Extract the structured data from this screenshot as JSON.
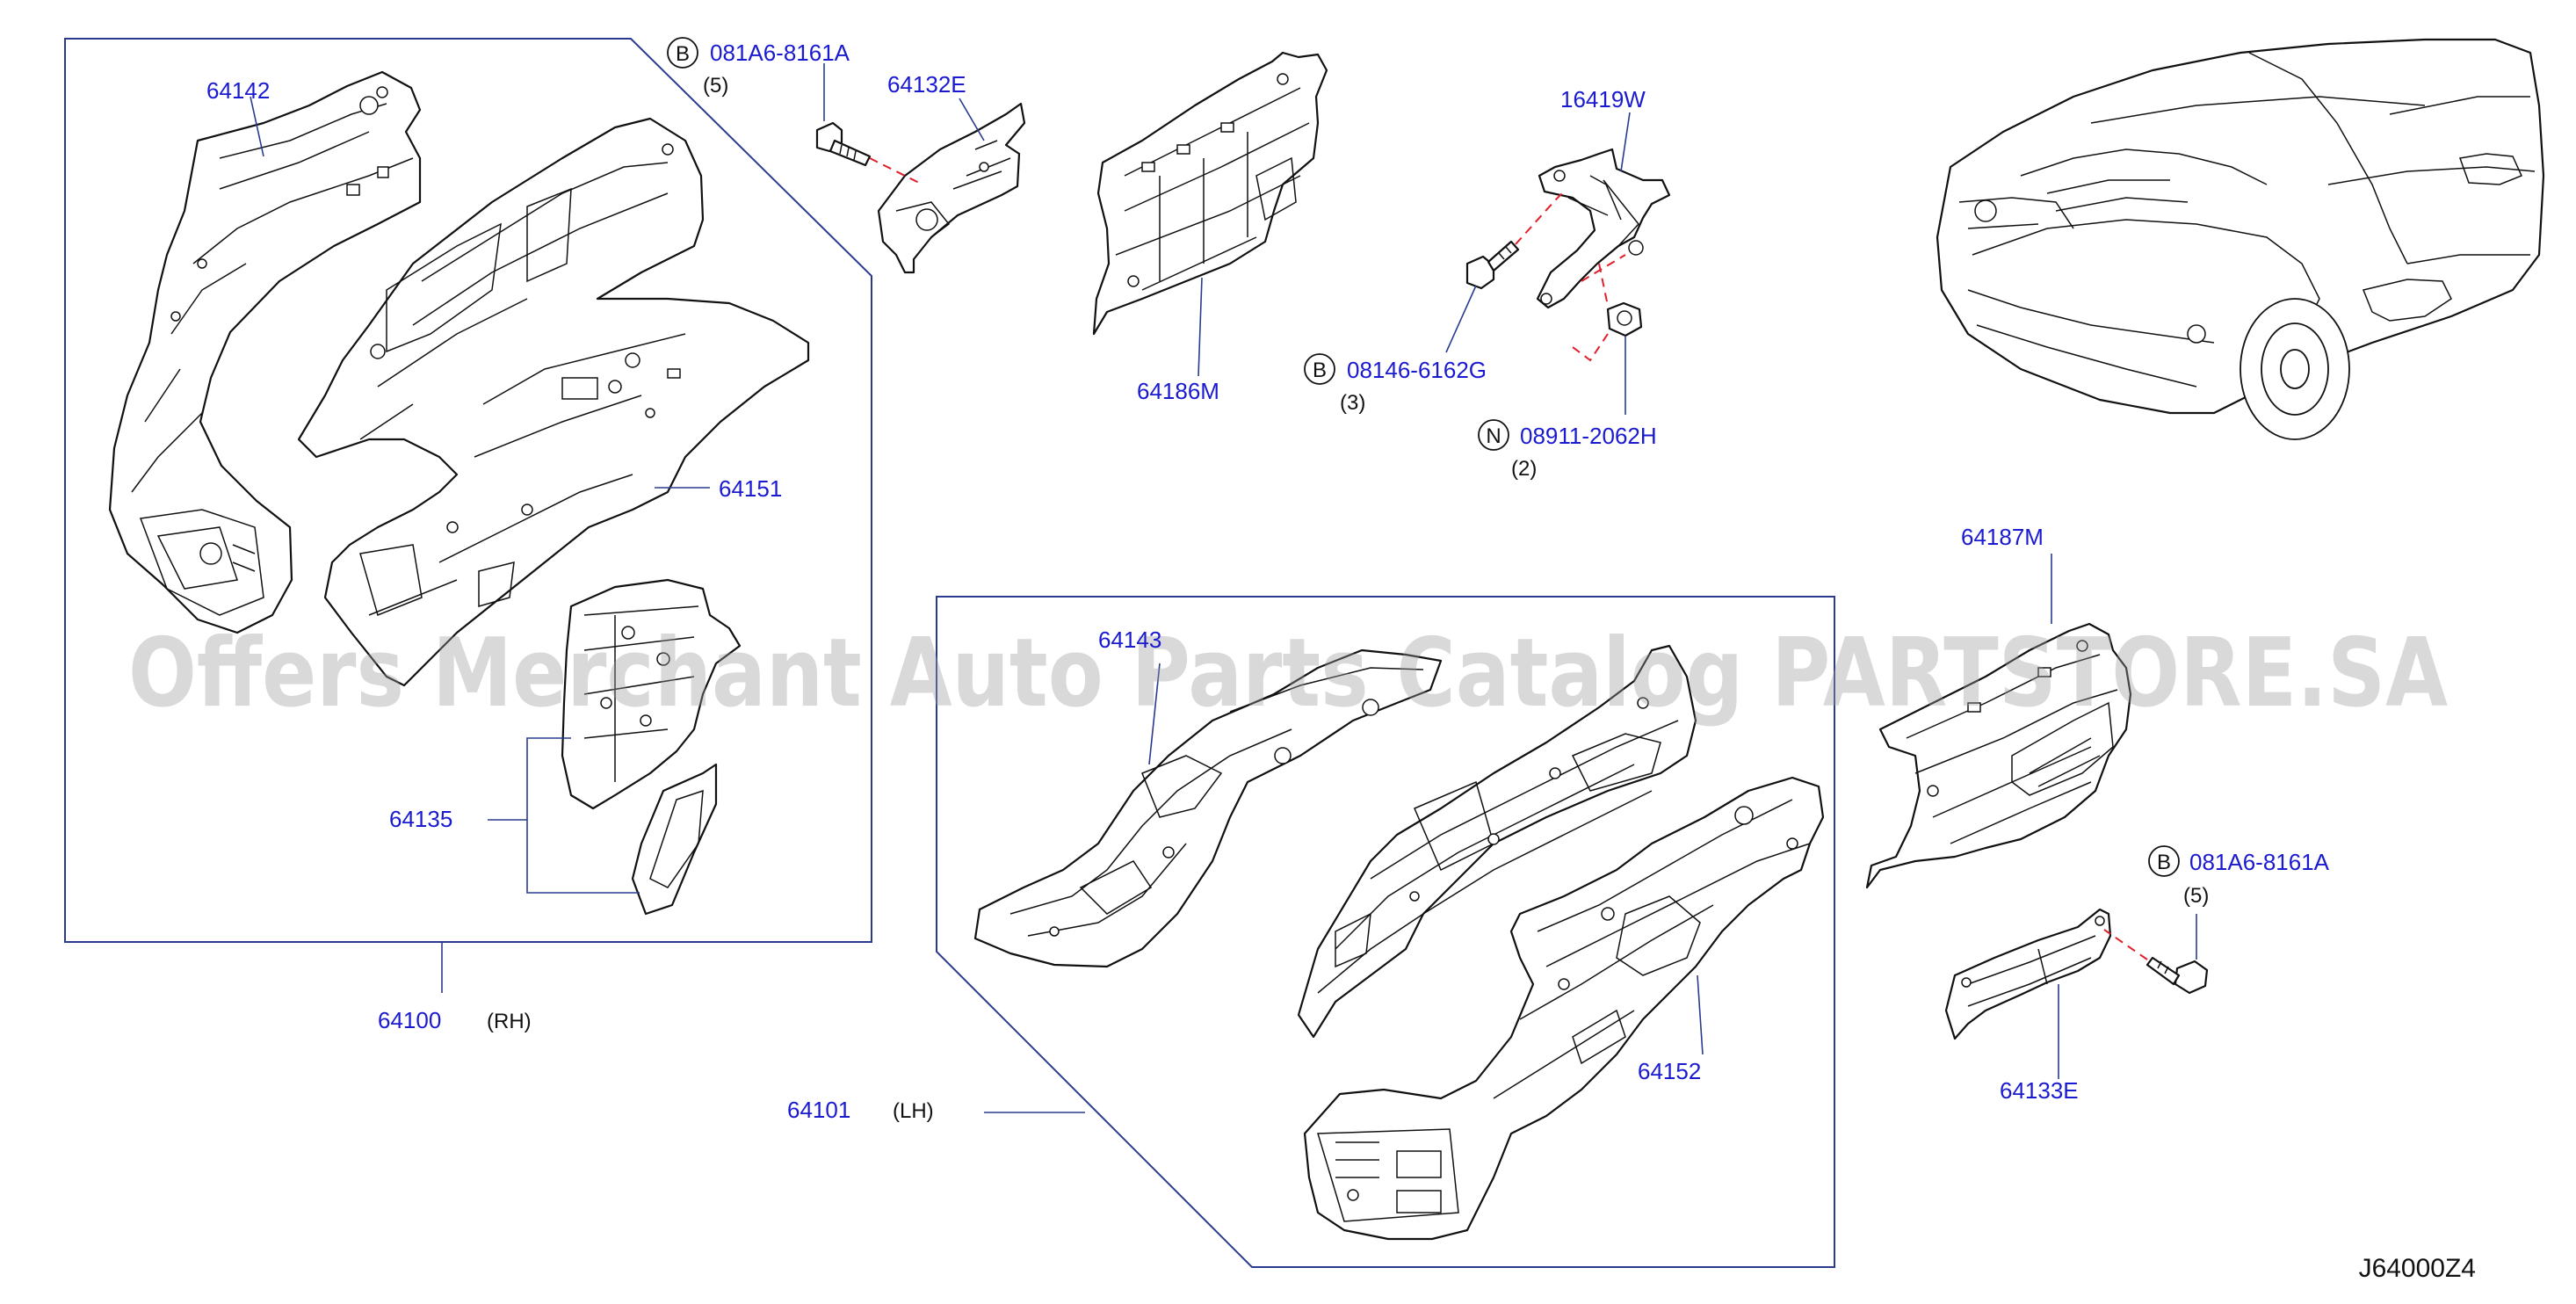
{
  "diagram_code": "J64000Z4",
  "watermark": "Offers Merchant Auto Parts Catalog PARTSTORE.SA",
  "colors": {
    "part_number": "#1a1ad0",
    "leader": "#2a3b8f",
    "dashed": "#e0202a"
  },
  "assemblies": [
    {
      "number": "64100",
      "side": "(RH)"
    },
    {
      "number": "64101",
      "side": "(LH)"
    }
  ],
  "labels": {
    "p64142": "64142",
    "p64151": "64151",
    "p64135": "64135",
    "p64132E": "64132E",
    "p64186M": "64186M",
    "p16419W": "16419W",
    "p64187M": "64187M",
    "p64133E": "64133E",
    "p64152": "64152",
    "p64143": "64143"
  },
  "fasteners": [
    {
      "prefix": "B",
      "number": "081A6-8161A",
      "qty": "(5)"
    },
    {
      "prefix": "B",
      "number": "08146-6162G",
      "qty": "(3)"
    },
    {
      "prefix": "N",
      "number": "08911-2062H",
      "qty": "(2)"
    },
    {
      "prefix": "B",
      "number": "081A6-8161A",
      "qty": "(5)"
    }
  ]
}
